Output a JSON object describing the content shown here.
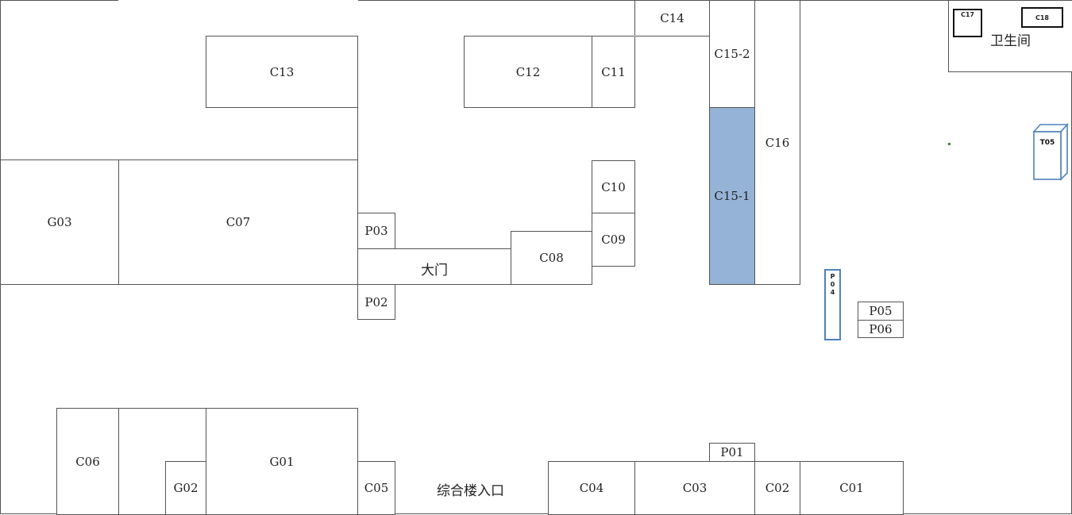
{
  "rooms": {
    "c13": "C13",
    "c12": "C12",
    "c11": "C11",
    "c14": "C14",
    "c15_2": "C15-2",
    "c15_1": "C15-1",
    "c16": "C16",
    "c10": "C10",
    "c09": "C09",
    "c08": "C08",
    "c07": "C07",
    "g03": "G03",
    "p03": "P03",
    "p02": "P02",
    "p01": "P01",
    "p04": "P04",
    "p05": "P05",
    "p06": "P06",
    "c06": "C06",
    "g02": "G02",
    "g01": "G01",
    "c05": "C05",
    "c04": "C04",
    "c03": "C03",
    "c02": "C02",
    "c01": "C01",
    "c17": "C17",
    "c18": "C18",
    "t05": "T05"
  },
  "labels": {
    "main_gate": "大门",
    "restroom": "卫生间",
    "building_entrance": "综合楼入口"
  },
  "colors": {
    "highlight": "#95b3d7",
    "p04_border": "#4f81bd",
    "t05_outline": "#4f81bd",
    "marker": "#3a8a2a"
  },
  "icons": {
    "t05": "cabinet-3d-box"
  }
}
